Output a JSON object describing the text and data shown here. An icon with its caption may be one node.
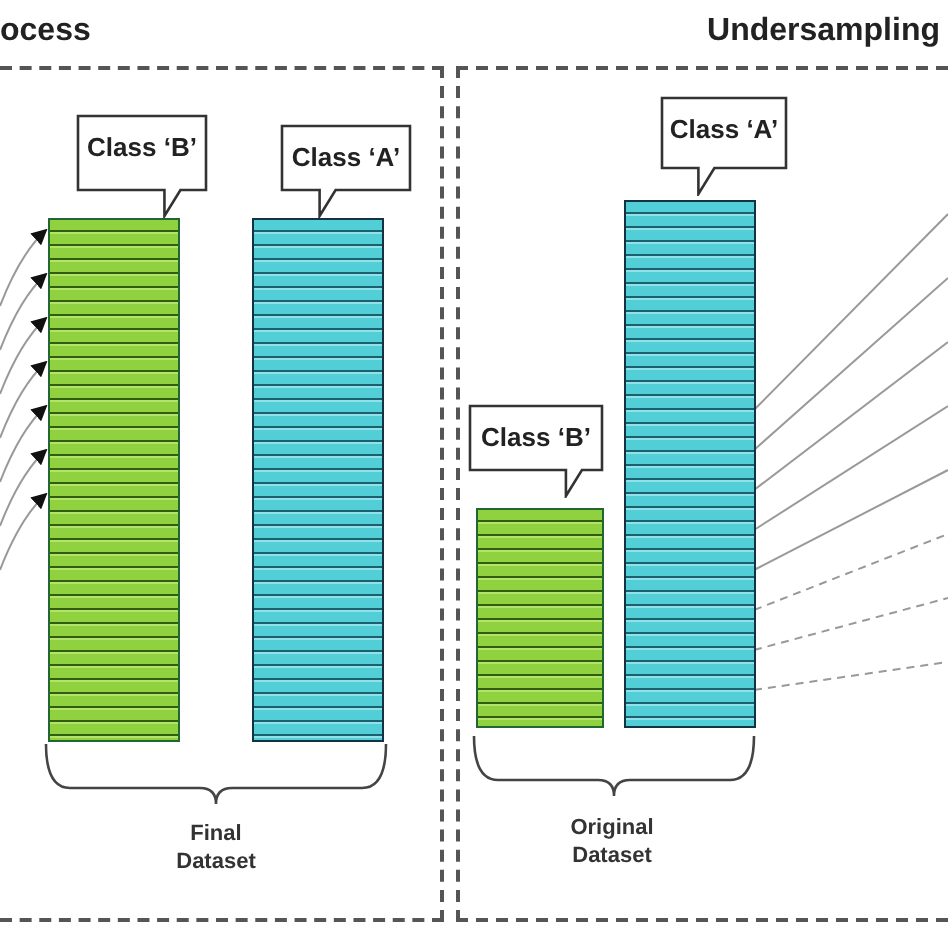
{
  "diagram": {
    "nodes": [
      {
        "text": [
          "ocess"
        ]
      },
      {
        "text": [
          "Class ‘B’"
        ],
        "in": 0
      },
      {
        "text": [
          "Class ‘A’"
        ],
        "in": 0
      },
      {
        "text": [],
        "shape": "bar",
        "in": 0
      },
      {
        "text": [],
        "shape": "bar",
        "in": 0
      },
      {
        "text": [
          "Undersampling"
        ]
      },
      {
        "text": [
          "Class ‘A’"
        ],
        "in": 5
      },
      {
        "text": [
          "Class ‘B’"
        ],
        "in": 5
      },
      {
        "text": [],
        "shape": "bar",
        "in": 5
      },
      {
        "text": [],
        "shape": "bar",
        "in": 5
      }
    ],
    "edges": [
      {
        "from": null,
        "to": 3,
        "arrow": "to"
      },
      {
        "from": null,
        "to": 3,
        "arrow": "to"
      },
      {
        "from": null,
        "to": 3,
        "arrow": "to"
      },
      {
        "from": null,
        "to": 3,
        "arrow": "to"
      },
      {
        "from": null,
        "to": 3,
        "arrow": "to"
      },
      {
        "from": null,
        "to": 3,
        "arrow": "to"
      },
      {
        "from": null,
        "to": 3,
        "arrow": "to"
      },
      {
        "from": 9,
        "to": null,
        "arrow": "none"
      },
      {
        "from": 9,
        "to": null,
        "arrow": "none"
      },
      {
        "from": 9,
        "to": null,
        "arrow": "none"
      },
      {
        "from": 9,
        "to": null,
        "arrow": "none"
      },
      {
        "from": 9,
        "to": null,
        "arrow": "none"
      },
      {
        "from": 9,
        "to": null,
        "arrow": "none",
        "style": "dashed"
      },
      {
        "from": 9,
        "to": null,
        "arrow": "none",
        "style": "dashed"
      },
      {
        "from": 9,
        "to": null,
        "arrow": "none",
        "style": "dashed"
      }
    ],
    "labels": [
      "Final Dataset",
      "Original Dataset"
    ]
  }
}
